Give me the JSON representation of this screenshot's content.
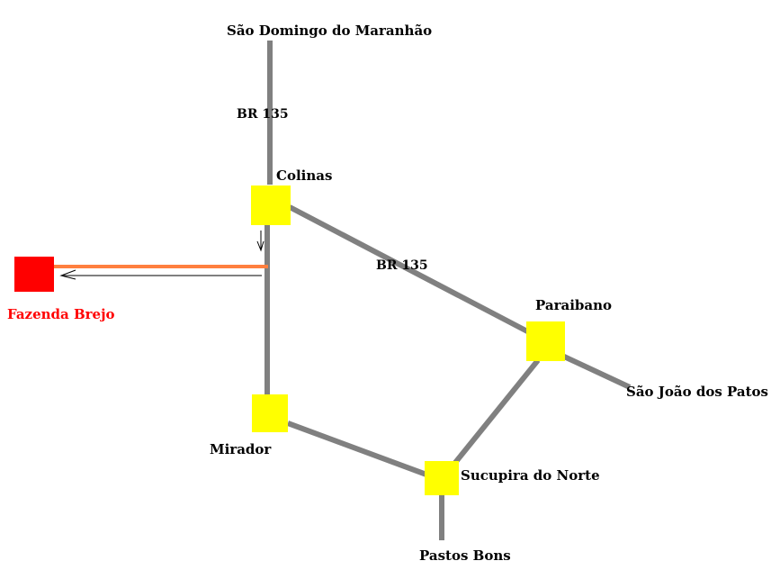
{
  "colors": {
    "road": "#808080",
    "town": "#ffff00",
    "farm": "#ff0000",
    "access_road": "#ff7f3f",
    "farm_label": "#ff0000"
  },
  "cities": {
    "sao_domingo": "São Domingo do Maranhão",
    "colinas": "Colinas",
    "paraibano": "Paraibano",
    "sao_joao": "São João dos Patos",
    "mirador": "Mirador",
    "sucupira": "Sucupira do Norte",
    "pastos_bons": "Pastos Bons"
  },
  "farm": {
    "label": "Fazenda Brejo"
  },
  "roads": {
    "north": "BR 135",
    "east": "BR 135"
  }
}
